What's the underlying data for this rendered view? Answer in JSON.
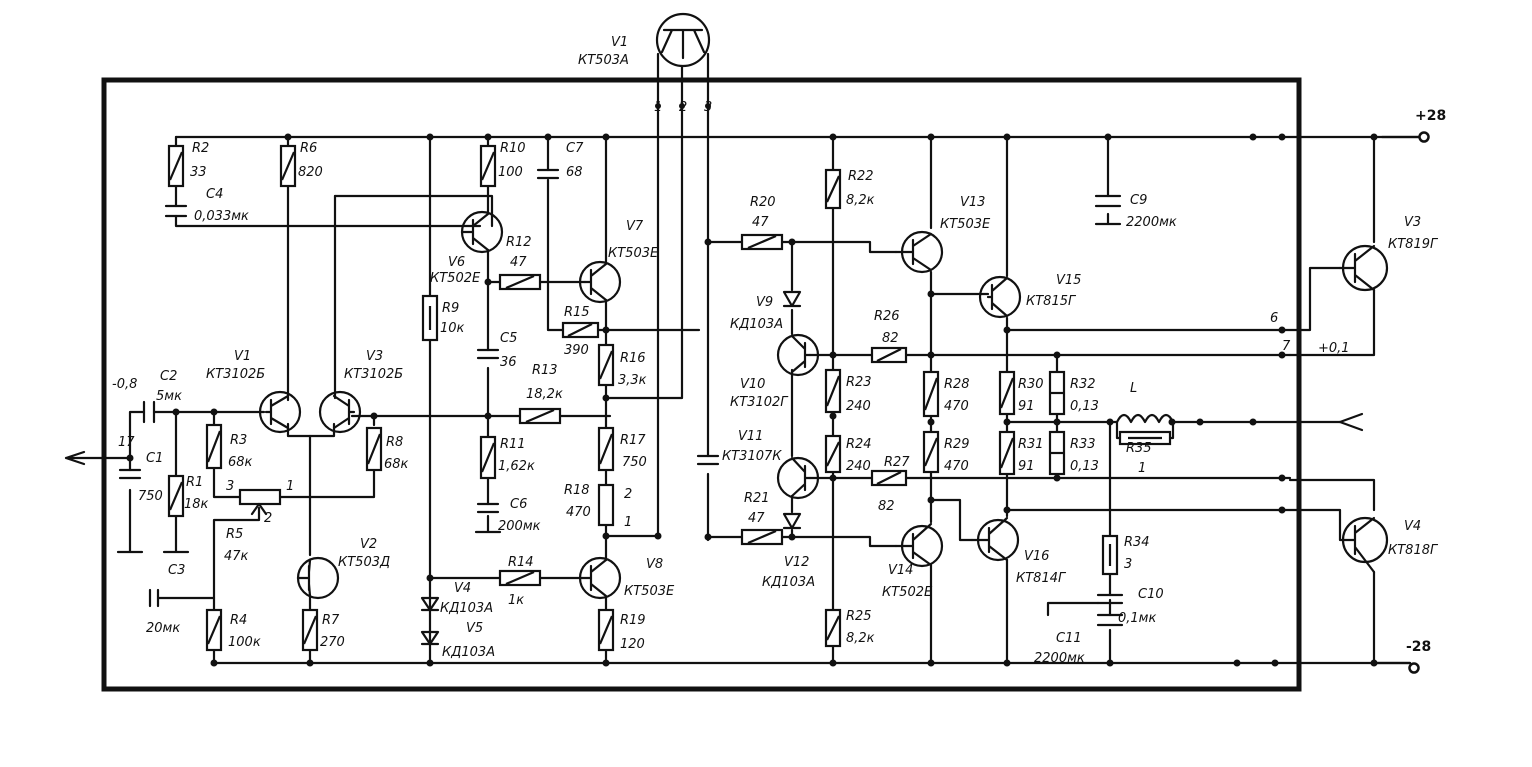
{
  "supply": {
    "plus": "+28",
    "minus": "-28"
  },
  "voltages": {
    "in": "-0,8",
    "out7": "+0,1"
  },
  "pins": {
    "p1": "1",
    "p2": "2",
    "p3": "3",
    "p6": "6",
    "p7": "7",
    "in_node": "17",
    "pot_1": "1",
    "pot_2": "2",
    "pot_3": "3",
    "r18_1": "1",
    "r18_2": "2"
  },
  "transistors": {
    "v1_top": {
      "ref": "V1",
      "type": "КТ503А"
    },
    "v1": {
      "ref": "V1",
      "type": "КТ3102Б"
    },
    "v3_in": {
      "ref": "V3",
      "type": "КТ3102Б"
    },
    "v2": {
      "ref": "V2",
      "type": "КТ503Д"
    },
    "v6": {
      "ref": "V6",
      "type": "КТ502Е"
    },
    "v7": {
      "ref": "V7",
      "type": "КТ503Е"
    },
    "v8": {
      "ref": "V8",
      "type": "КТ503Е"
    },
    "v10": {
      "ref": "V10",
      "type": "КТ3102Г"
    },
    "v11": {
      "ref": "V11",
      "type": "КТ3107К"
    },
    "v13": {
      "ref": "V13",
      "type": "КТ503Е"
    },
    "v14": {
      "ref": "V14",
      "type": "КТ502Е"
    },
    "v15": {
      "ref": "V15",
      "type": "КТ815Г"
    },
    "v16": {
      "ref": "V16",
      "type": "КТ814Г"
    },
    "v3_out": {
      "ref": "V3",
      "type": "КТ819Г"
    },
    "v4_out": {
      "ref": "V4",
      "type": "КТ818Г"
    }
  },
  "diodes": {
    "v4": {
      "ref": "V4",
      "type": "КД103А"
    },
    "v5": {
      "ref": "V5",
      "type": "КД103А"
    },
    "v9": {
      "ref": "V9",
      "type": "КД103А"
    },
    "v12": {
      "ref": "V12",
      "type": "КД103А"
    }
  },
  "resistors": {
    "r1": {
      "ref": "R1",
      "val": "18к"
    },
    "r2": {
      "ref": "R2",
      "val": "33"
    },
    "r3": {
      "ref": "R3",
      "val": "68к"
    },
    "r4": {
      "ref": "R4",
      "val": "100к"
    },
    "r5": {
      "ref": "R5",
      "val": "47к"
    },
    "r6": {
      "ref": "R6",
      "val": "820"
    },
    "r7": {
      "ref": "R7",
      "val": "270"
    },
    "r8": {
      "ref": "R8",
      "val": "68к"
    },
    "r9": {
      "ref": "R9",
      "val": "10к"
    },
    "r10": {
      "ref": "R10",
      "val": "100"
    },
    "r11": {
      "ref": "R11",
      "val": "1,62к"
    },
    "r12": {
      "ref": "R12",
      "val": "47"
    },
    "r13": {
      "ref": "R13",
      "val": "18,2к"
    },
    "r14": {
      "ref": "R14",
      "val": "1к"
    },
    "r15": {
      "ref": "R15",
      "val": "390"
    },
    "r16": {
      "ref": "R16",
      "val": "3,3к"
    },
    "r17": {
      "ref": "R17",
      "val": "750"
    },
    "r18": {
      "ref": "R18",
      "val": "470"
    },
    "r19": {
      "ref": "R19",
      "val": "120"
    },
    "r20": {
      "ref": "R20",
      "val": "47"
    },
    "r21": {
      "ref": "R21",
      "val": "47"
    },
    "r22": {
      "ref": "R22",
      "val": "8,2к"
    },
    "r23": {
      "ref": "R23",
      "val": "240"
    },
    "r24": {
      "ref": "R24",
      "val": "240"
    },
    "r25": {
      "ref": "R25",
      "val": "8,2к"
    },
    "r26": {
      "ref": "R26",
      "val": "82"
    },
    "r27": {
      "ref": "R27",
      "val": "82"
    },
    "r28": {
      "ref": "R28",
      "val": "470"
    },
    "r29": {
      "ref": "R29",
      "val": "470"
    },
    "r30": {
      "ref": "R30",
      "val": "91"
    },
    "r31": {
      "ref": "R31",
      "val": "91"
    },
    "r32": {
      "ref": "R32",
      "val": "0,13"
    },
    "r33": {
      "ref": "R33",
      "val": "0,13"
    },
    "r34": {
      "ref": "R34",
      "val": "3"
    },
    "r35": {
      "ref": "R35",
      "val": "1"
    }
  },
  "capacitors": {
    "c1": {
      "ref": "C1",
      "val": "750"
    },
    "c2": {
      "ref": "C2",
      "val": "5мк"
    },
    "c3": {
      "ref": "C3",
      "val": "20мк"
    },
    "c4": {
      "ref": "C4",
      "val": "0,033мк"
    },
    "c5": {
      "ref": "C5",
      "val": "36"
    },
    "c6": {
      "ref": "C6",
      "val": "200мк"
    },
    "c7": {
      "ref": "C7",
      "val": "68"
    },
    "c9": {
      "ref": "C9",
      "val": "2200мк"
    },
    "c10": {
      "ref": "C10",
      "val": "0,1мк"
    },
    "c11": {
      "ref": "C11",
      "val": "2200мк"
    }
  },
  "inductor": {
    "ref": "L"
  }
}
